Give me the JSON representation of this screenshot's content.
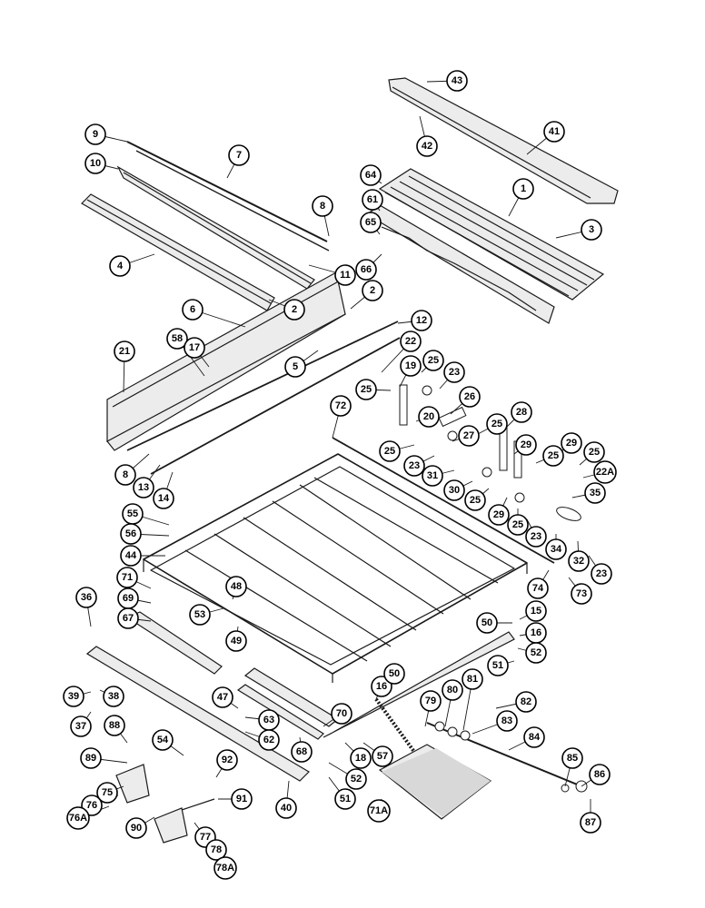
{
  "diagram": {
    "callouts": [
      {
        "id": "c43",
        "label": "43"
      },
      {
        "id": "c42",
        "label": "42"
      },
      {
        "id": "c41",
        "label": "41"
      },
      {
        "id": "c9",
        "label": "9"
      },
      {
        "id": "c7",
        "label": "7"
      },
      {
        "id": "c10",
        "label": "10"
      },
      {
        "id": "c64",
        "label": "64"
      },
      {
        "id": "c1",
        "label": "1"
      },
      {
        "id": "c61",
        "label": "61"
      },
      {
        "id": "c3",
        "label": "3"
      },
      {
        "id": "c8a",
        "label": "8"
      },
      {
        "id": "c65",
        "label": "65"
      },
      {
        "id": "c66",
        "label": "66"
      },
      {
        "id": "c4",
        "label": "4"
      },
      {
        "id": "c11",
        "label": "11"
      },
      {
        "id": "c2a",
        "label": "2"
      },
      {
        "id": "c2b",
        "label": "2"
      },
      {
        "id": "c6",
        "label": "6"
      },
      {
        "id": "c12",
        "label": "12"
      },
      {
        "id": "c58",
        "label": "58"
      },
      {
        "id": "c17",
        "label": "17"
      },
      {
        "id": "c21",
        "label": "21"
      },
      {
        "id": "c5",
        "label": "5"
      },
      {
        "id": "c22",
        "label": "22"
      },
      {
        "id": "c19",
        "label": "19"
      },
      {
        "id": "c25a",
        "label": "25"
      },
      {
        "id": "c23a",
        "label": "23"
      },
      {
        "id": "c25b",
        "label": "25"
      },
      {
        "id": "c26",
        "label": "26"
      },
      {
        "id": "c72",
        "label": "72"
      },
      {
        "id": "c20",
        "label": "20"
      },
      {
        "id": "c25c",
        "label": "25"
      },
      {
        "id": "c28",
        "label": "28"
      },
      {
        "id": "c27",
        "label": "27"
      },
      {
        "id": "c25d",
        "label": "25"
      },
      {
        "id": "c29a",
        "label": "29"
      },
      {
        "id": "c8b",
        "label": "8"
      },
      {
        "id": "c13",
        "label": "13"
      },
      {
        "id": "c23b",
        "label": "23"
      },
      {
        "id": "c31",
        "label": "31"
      },
      {
        "id": "c25e",
        "label": "25"
      },
      {
        "id": "c29b",
        "label": "29"
      },
      {
        "id": "c25f",
        "label": "25"
      },
      {
        "id": "c22a",
        "label": "22A"
      },
      {
        "id": "c14",
        "label": "14"
      },
      {
        "id": "c30",
        "label": "30"
      },
      {
        "id": "c25g",
        "label": "25"
      },
      {
        "id": "c35",
        "label": "35"
      },
      {
        "id": "c29c",
        "label": "29"
      },
      {
        "id": "c25h",
        "label": "25"
      },
      {
        "id": "c55",
        "label": "55"
      },
      {
        "id": "c56",
        "label": "56"
      },
      {
        "id": "c23c",
        "label": "23"
      },
      {
        "id": "c34",
        "label": "34"
      },
      {
        "id": "c32",
        "label": "32"
      },
      {
        "id": "c44",
        "label": "44"
      },
      {
        "id": "c23d",
        "label": "23"
      },
      {
        "id": "c71",
        "label": "71"
      },
      {
        "id": "c48",
        "label": "48"
      },
      {
        "id": "c74",
        "label": "74"
      },
      {
        "id": "c73",
        "label": "73"
      },
      {
        "id": "c36",
        "label": "36"
      },
      {
        "id": "c69",
        "label": "69"
      },
      {
        "id": "c53",
        "label": "53"
      },
      {
        "id": "c15",
        "label": "15"
      },
      {
        "id": "c67",
        "label": "67"
      },
      {
        "id": "c50a",
        "label": "50"
      },
      {
        "id": "c16a",
        "label": "16"
      },
      {
        "id": "c49",
        "label": "49"
      },
      {
        "id": "c52a",
        "label": "52"
      },
      {
        "id": "c51a",
        "label": "51"
      },
      {
        "id": "c16b",
        "label": "16"
      },
      {
        "id": "c50b",
        "label": "50"
      },
      {
        "id": "c39",
        "label": "39"
      },
      {
        "id": "c38",
        "label": "38"
      },
      {
        "id": "c47",
        "label": "47"
      },
      {
        "id": "c79",
        "label": "79"
      },
      {
        "id": "c80",
        "label": "80"
      },
      {
        "id": "c81",
        "label": "81"
      },
      {
        "id": "c82",
        "label": "82"
      },
      {
        "id": "c37",
        "label": "37"
      },
      {
        "id": "c63",
        "label": "63"
      },
      {
        "id": "c70",
        "label": "70"
      },
      {
        "id": "c83",
        "label": "83"
      },
      {
        "id": "c88",
        "label": "88"
      },
      {
        "id": "c62",
        "label": "62"
      },
      {
        "id": "c68",
        "label": "68"
      },
      {
        "id": "c18",
        "label": "18"
      },
      {
        "id": "c57",
        "label": "57"
      },
      {
        "id": "c84",
        "label": "84"
      },
      {
        "id": "c54",
        "label": "54"
      },
      {
        "id": "c89",
        "label": "89"
      },
      {
        "id": "c92",
        "label": "92"
      },
      {
        "id": "c85",
        "label": "85"
      },
      {
        "id": "c52b",
        "label": "52"
      },
      {
        "id": "c86",
        "label": "86"
      },
      {
        "id": "c75",
        "label": "75"
      },
      {
        "id": "c40",
        "label": "40"
      },
      {
        "id": "c91",
        "label": "91"
      },
      {
        "id": "c51b",
        "label": "51"
      },
      {
        "id": "c76",
        "label": "76"
      },
      {
        "id": "c71a",
        "label": "71A"
      },
      {
        "id": "c76a",
        "label": "76A"
      },
      {
        "id": "c90",
        "label": "90"
      },
      {
        "id": "c87",
        "label": "87"
      },
      {
        "id": "c77",
        "label": "77"
      },
      {
        "id": "c78",
        "label": "78"
      },
      {
        "id": "c78a",
        "label": "78A"
      }
    ]
  }
}
